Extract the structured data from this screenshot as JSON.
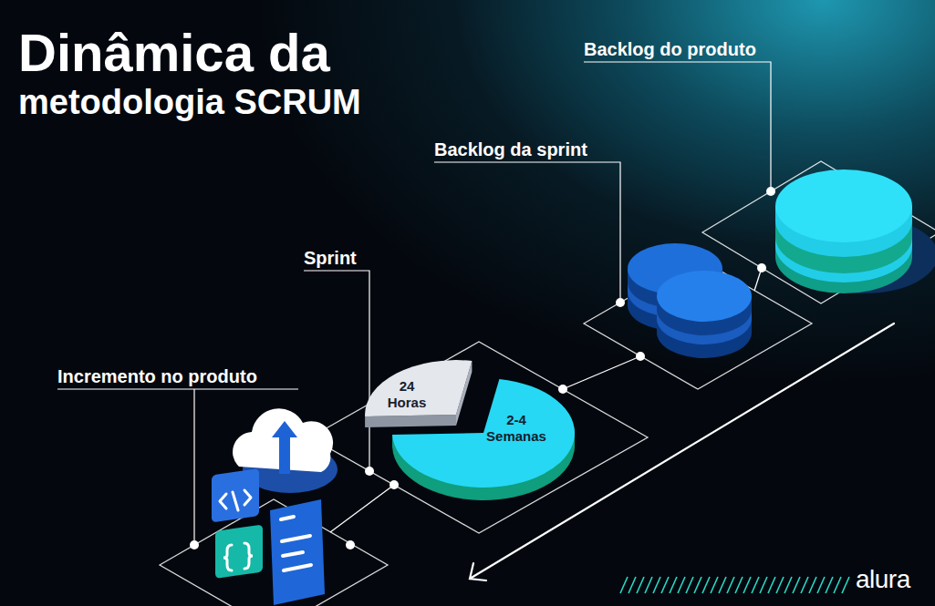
{
  "diagram": {
    "title": "Dinâmica da metodologia SCRUM",
    "nodes": [
      {
        "text": [
          "24 Horas"
        ]
      },
      {
        "text": [
          "2-4 Semanas"
        ]
      }
    ],
    "labels": [
      "Backlog do produto",
      "Backlog da sprint",
      "Sprint",
      "Incremento no produto",
      "alura"
    ]
  }
}
